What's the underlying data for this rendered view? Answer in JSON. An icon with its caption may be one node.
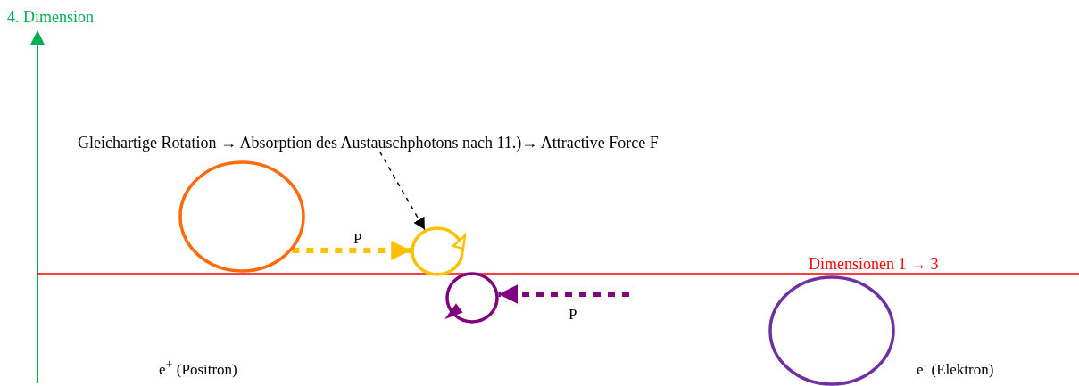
{
  "diagram": {
    "nodes": [
      {
        "text": [
          "Gleichartige Rotation → Absorption des Austauschphotons nach 11.)→ Attractive Force F"
        ]
      },
      {
        "text": [],
        "shape": "circle"
      },
      {
        "text": [],
        "shape": "circle"
      },
      {
        "text": [],
        "shape": "circle"
      },
      {
        "text": [],
        "shape": "circle"
      }
    ],
    "edges": [
      {
        "from": 0,
        "to": 2,
        "arrow": "to",
        "style": "dashed",
        "color": "#000000"
      },
      {
        "from": 1,
        "to": 2,
        "arrow": "to",
        "label": "P",
        "style": "dashed",
        "color": "#ffc000"
      },
      {
        "from": null,
        "to": 3,
        "arrow": "to",
        "label": "P",
        "style": "dashed",
        "color": "#800080"
      }
    ],
    "labels": [
      "4. Dimension",
      "Dimensionen 1 → 3",
      "e$^{+}$ (Positron)",
      "e$^{-}$ (Elektron)"
    ]
  }
}
